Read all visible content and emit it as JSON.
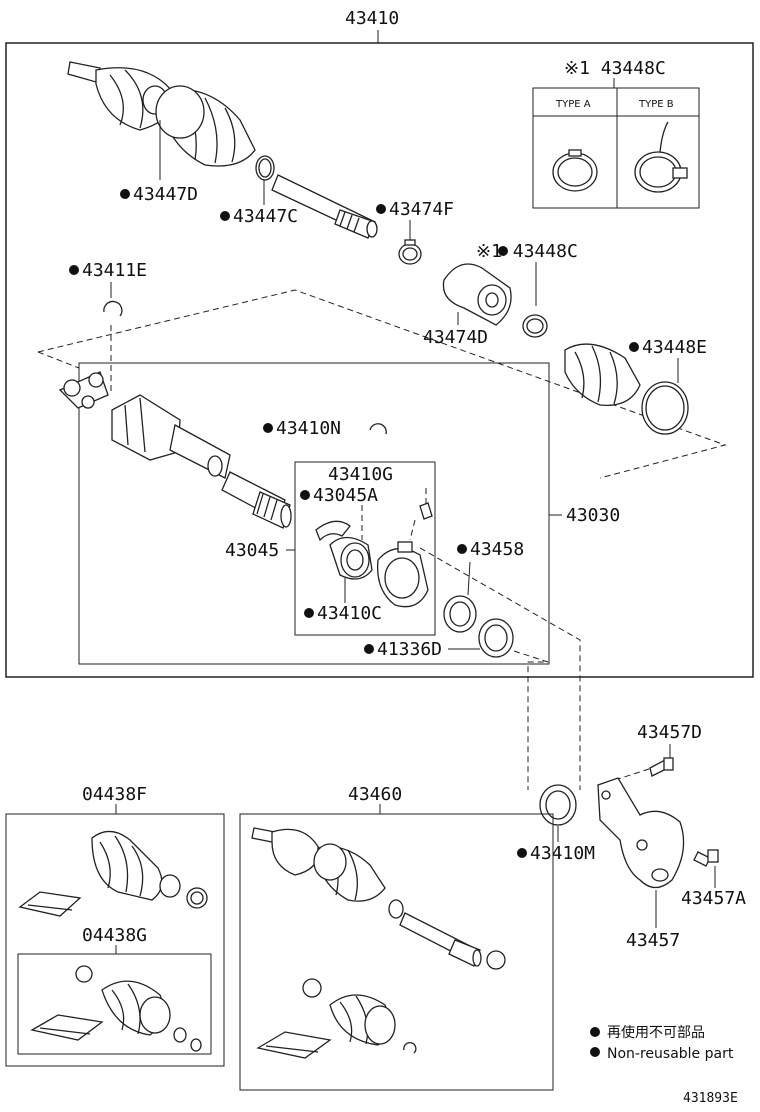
{
  "labels": {
    "main_assembly": "43410",
    "clamp_type_ref": "※1 43448C",
    "type_a": "TYPE A",
    "type_b": "TYPE B",
    "boot_outer": "43447D",
    "clamp_outer": "43447C",
    "clamp_small": "43474F",
    "clamp_mid": "※1 43448C",
    "damper": "43474D",
    "boot_inner": "43448E",
    "snap_ring_top": "43411E",
    "snap_ring_inner": "43410N",
    "retainer_g": "43410G",
    "bearing_a": "43045A",
    "bearing_assy": "43045",
    "bearing_c": "43410C",
    "inner_shaft": "43030",
    "seal": "43458",
    "bearing_d": "41336D",
    "bracket_bolt_top": "43457D",
    "bearing_m": "43410M",
    "bracket_bolt": "43457A",
    "bracket": "43457",
    "boot_kit": "04438F",
    "boot_kit_inner": "04438G",
    "shaft_assy_2": "43460"
  },
  "legend": {
    "line1": "再使用不可部品",
    "line2": "Non-reusable part"
  },
  "diagram_id": "431893E"
}
